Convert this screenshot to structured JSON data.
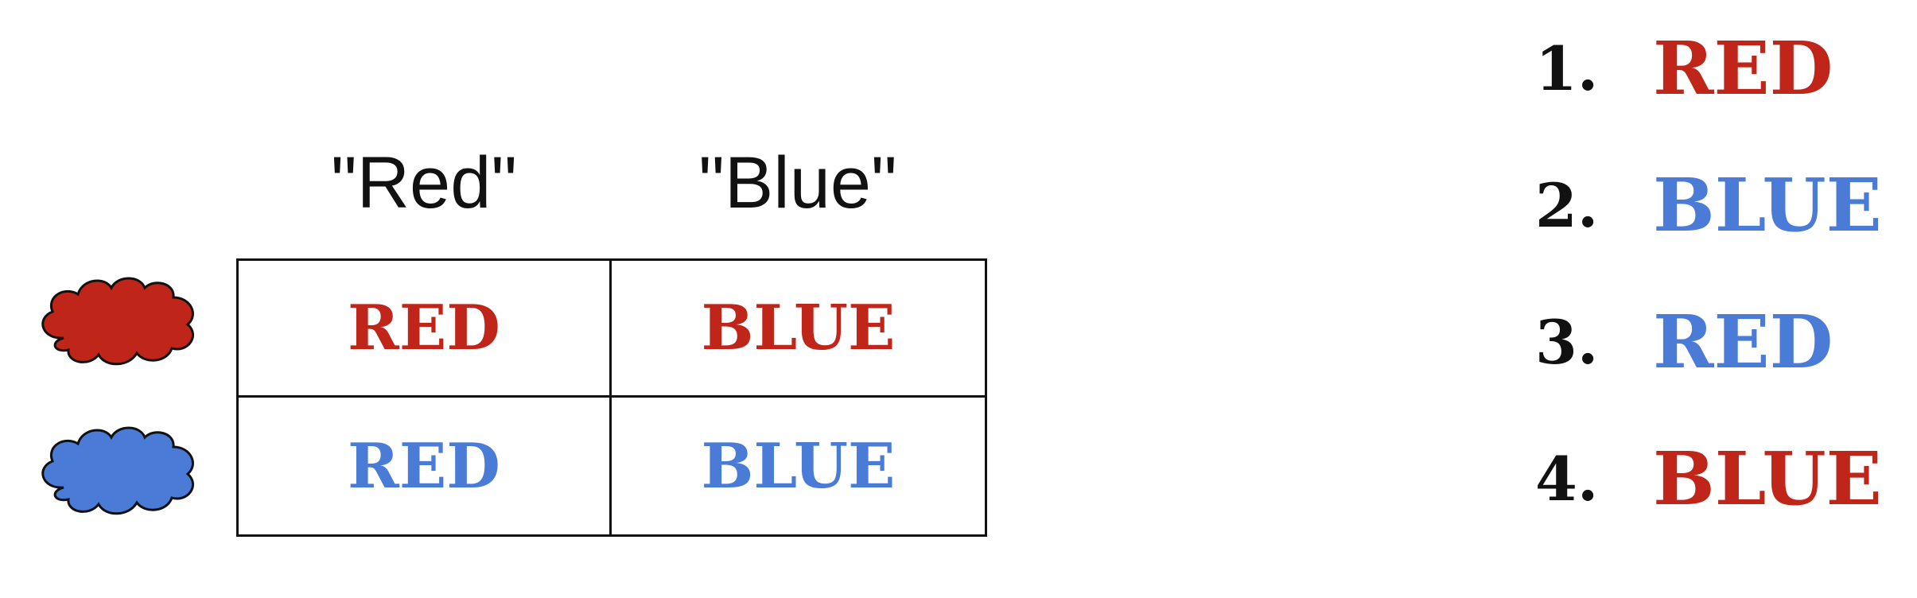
{
  "colors": {
    "red": "#bf2519",
    "blue": "#4a7bd6",
    "ink": "#111111"
  },
  "columns": [
    "\"Red\"",
    "\"Blue\""
  ],
  "rows": [
    {
      "cloud_color": "#bf2519",
      "cells": [
        {
          "text": "RED",
          "color": "#bf2519"
        },
        {
          "text": "BLUE",
          "color": "#bf2519"
        }
      ]
    },
    {
      "cloud_color": "#4a7bd6",
      "cells": [
        {
          "text": "RED",
          "color": "#4a7bd6"
        },
        {
          "text": "BLUE",
          "color": "#4a7bd6"
        }
      ]
    }
  ],
  "list": [
    {
      "num": "1.",
      "word": "RED",
      "color": "#bf2519"
    },
    {
      "num": "2.",
      "word": "BLUE",
      "color": "#4a7bd6"
    },
    {
      "num": "3.",
      "word": "RED",
      "color": "#4a7bd6"
    },
    {
      "num": "4.",
      "word": "BLUE",
      "color": "#bf2519"
    }
  ]
}
